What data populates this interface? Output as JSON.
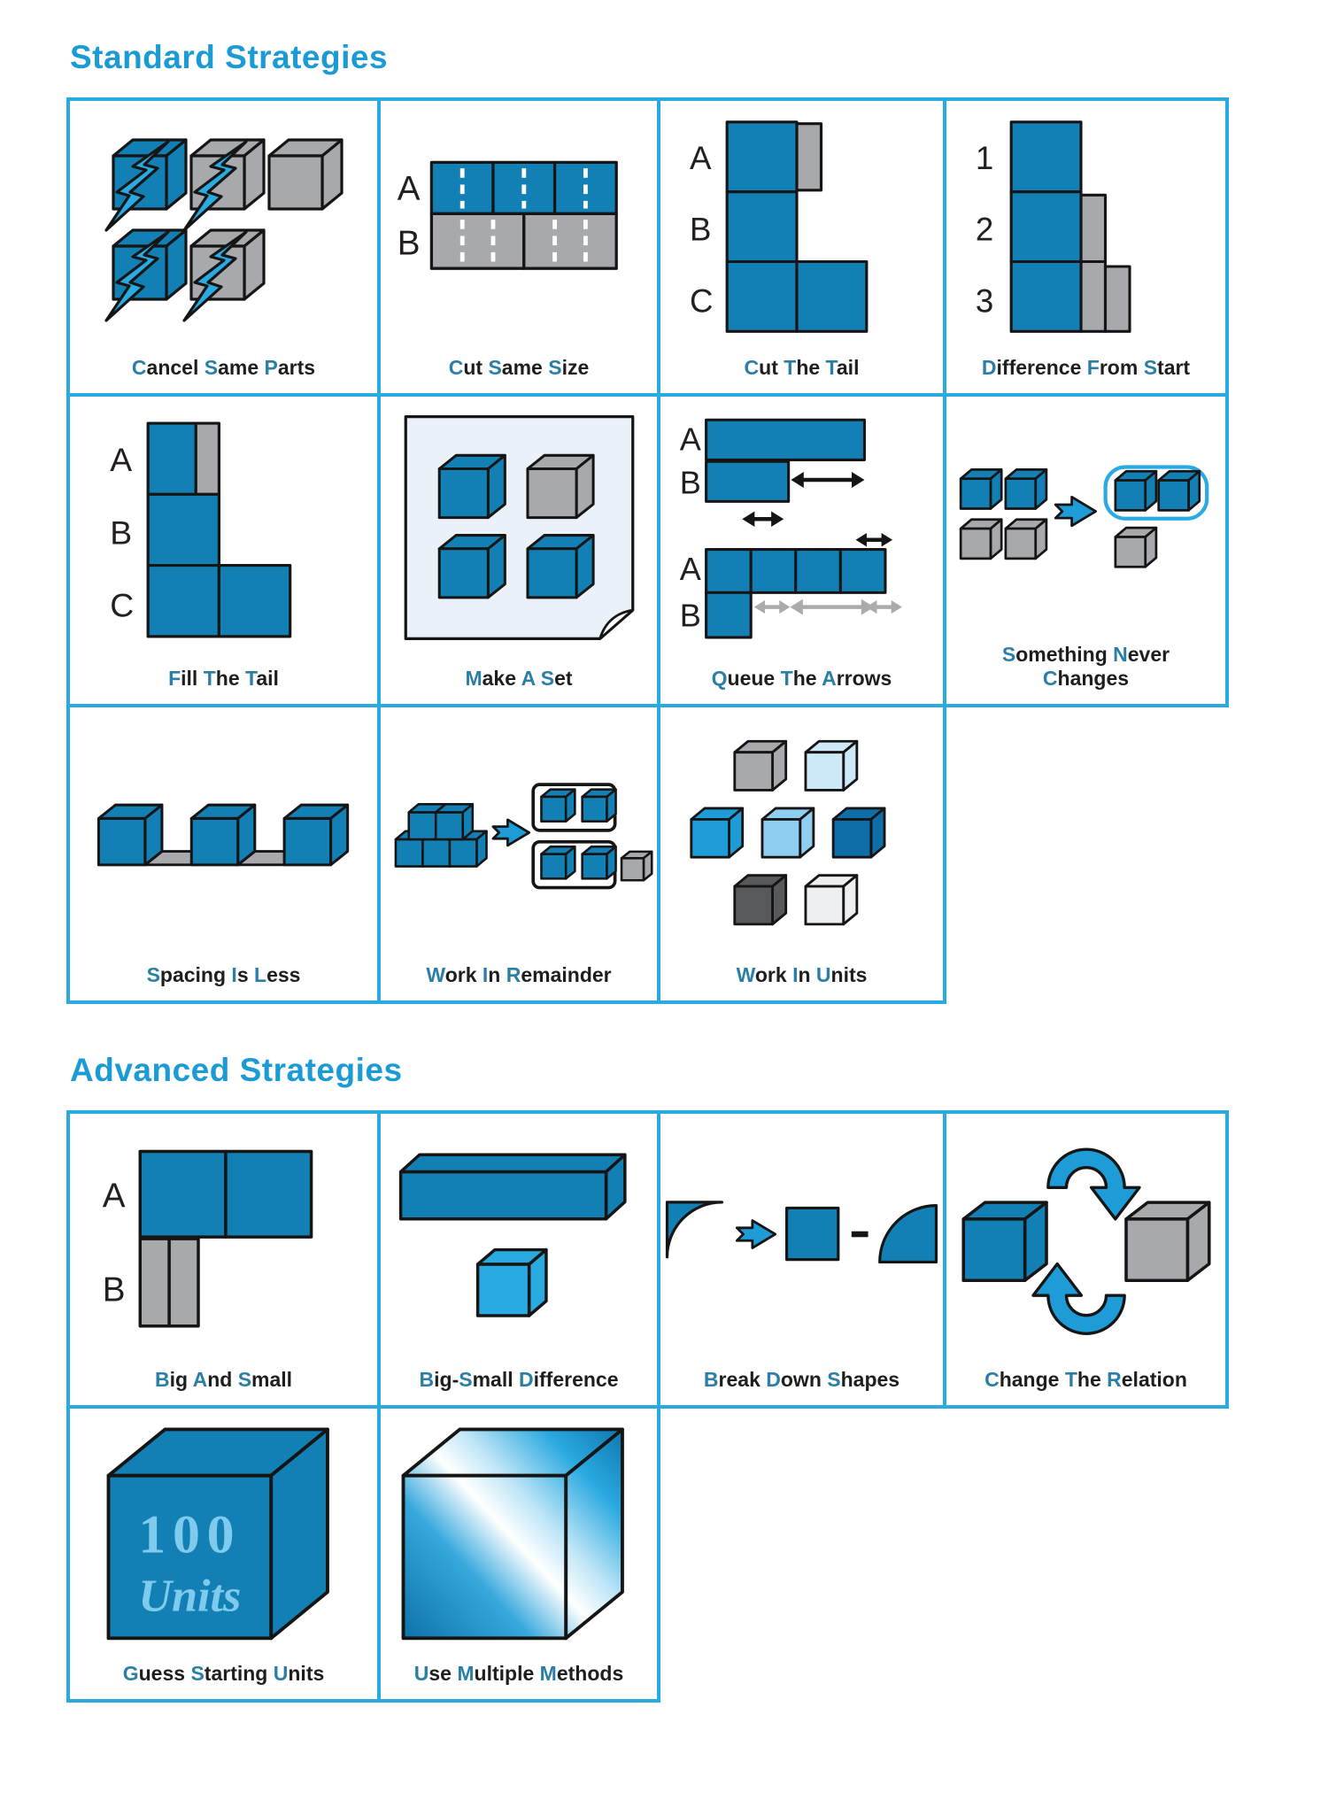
{
  "titles": {
    "standard": "Standard Strategies",
    "advanced": "Advanced Strategies"
  },
  "palette": {
    "title_blue": "#1B9BD6",
    "grid_border": "#29ABE2",
    "shape_blue": "#1380B5",
    "shape_blue_light": "#29ABE2",
    "shape_blue_bright": "#1E9CD8",
    "shape_blue_dark": "#0F6EA7",
    "shape_blue_pale": "#CDE9F7",
    "shape_blue_soft": "#8FCEF0",
    "gray": "#A7A9AC",
    "gray_dark": "#58595B",
    "gray_pale": "#EEEFF0",
    "paper": "#EAF1F8",
    "arrow_gray": "#ABABAB",
    "label_initial": "#2B7FA6",
    "label_text": "#1E1E1E",
    "cube_text": "#7ECBED"
  },
  "standard": {
    "cells": [
      {
        "id": "cancel-same-parts",
        "label": "Cancel Same Parts"
      },
      {
        "id": "cut-same-size",
        "label": "Cut Same Size",
        "letters": [
          "A",
          "B"
        ]
      },
      {
        "id": "cut-the-tail",
        "label": "Cut The Tail",
        "letters": [
          "A",
          "B",
          "C"
        ]
      },
      {
        "id": "difference-from-start",
        "label": "Difference From Start",
        "letters": [
          "1",
          "2",
          "3"
        ]
      },
      {
        "id": "fill-the-tail",
        "label": "Fill The Tail",
        "letters": [
          "A",
          "B",
          "C"
        ]
      },
      {
        "id": "make-a-set",
        "label": "Make A Set"
      },
      {
        "id": "queue-the-arrows",
        "label": "Queue The Arrows",
        "letters": [
          "A",
          "B",
          "A",
          "B"
        ]
      },
      {
        "id": "something-never-changes",
        "label": "Something Never Changes"
      },
      {
        "id": "spacing-is-less",
        "label": "Spacing Is Less"
      },
      {
        "id": "work-in-remainder",
        "label": "Work In Remainder"
      },
      {
        "id": "work-in-units",
        "label": "Work In Units"
      }
    ]
  },
  "advanced": {
    "cells": [
      {
        "id": "big-and-small",
        "label": "Big And Small",
        "letters": [
          "A",
          "B"
        ]
      },
      {
        "id": "big-small-difference",
        "label": "Big-Small Difference"
      },
      {
        "id": "break-down-shapes",
        "label": "Break Down Shapes"
      },
      {
        "id": "change-the-relation",
        "label": "Change The Relation"
      },
      {
        "id": "guess-starting-units",
        "label": "Guess Starting Units",
        "cube_text": [
          "100",
          "Units"
        ]
      },
      {
        "id": "use-multiple-methods",
        "label": "Use Multiple Methods"
      }
    ]
  }
}
